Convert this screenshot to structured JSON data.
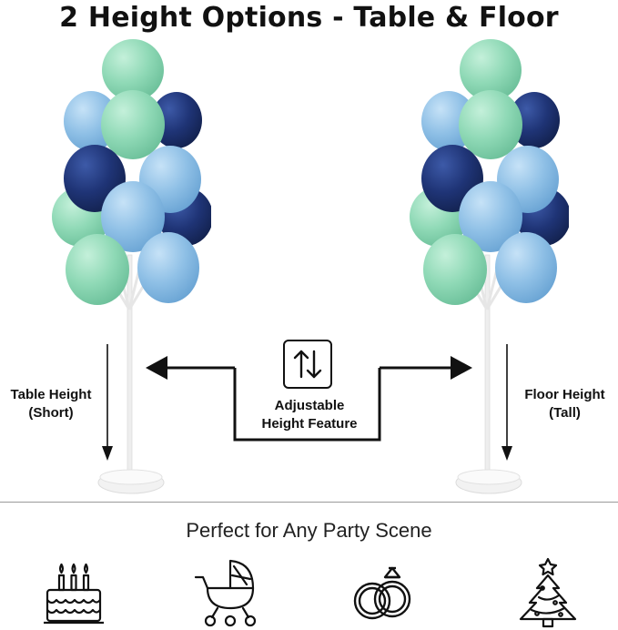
{
  "header": {
    "title": "2 Height Options - Table & Floor"
  },
  "labels": {
    "table_height": "Table Height\n(Short)",
    "floor_height": "Floor Height\n(Tall)",
    "feature": "Adjustable\nHeight Feature"
  },
  "footer": {
    "subtitle": "Perfect for Any Party Scene"
  },
  "icons": [
    "birthday-cake-icon",
    "baby-stroller-icon",
    "wedding-rings-icon",
    "christmas-tree-icon"
  ],
  "colors": {
    "mint": "#8fd9b6",
    "light_blue": "#8fc0e6",
    "navy": "#1f3476",
    "arrow": "#111111"
  }
}
